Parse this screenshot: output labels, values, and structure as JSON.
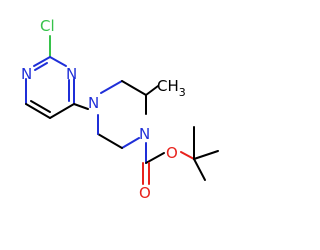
{
  "colors": {
    "carbon": "#000000",
    "nitrogen": "#1f2fd8",
    "oxygen": "#e8221c",
    "chlorine": "#36c24a"
  },
  "labels": {
    "chlorine": "Cl",
    "pyrimidine_n_upper_left": "N",
    "pyrimidine_n_upper_right": "N",
    "piperazine_n_top": "N",
    "piperazine_n_bottom": "N",
    "methyl": "CH",
    "methyl_subscript": "3",
    "ester_o": "O",
    "carbonyl_o": "O"
  }
}
